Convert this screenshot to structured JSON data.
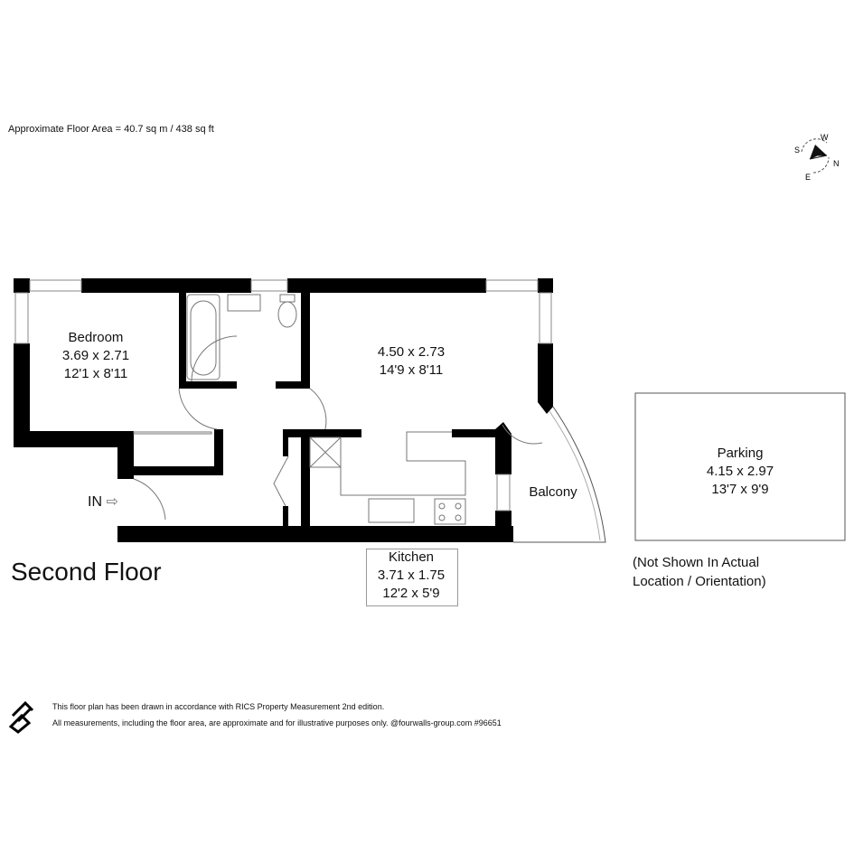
{
  "header": {
    "floor_area": "Approximate Floor Area = 40.7 sq m / 438 sq ft"
  },
  "compass": {
    "labels": [
      "W",
      "N",
      "E",
      "S"
    ]
  },
  "floor_title": "Second Floor",
  "rooms": {
    "bedroom": {
      "name": "Bedroom",
      "metric": "3.69 x 2.71",
      "imperial": "12'1 x 8'11"
    },
    "living": {
      "metric": "4.50 x 2.73",
      "imperial": "14'9 x 8'11"
    },
    "kitchen": {
      "name": "Kitchen",
      "metric": "3.71 x 1.75",
      "imperial": "12'2 x 5'9"
    },
    "balcony": {
      "name": "Balcony"
    },
    "parking": {
      "name": "Parking",
      "metric": "4.15 x 2.97",
      "imperial": "13'7 x 9'9"
    }
  },
  "entrance": {
    "label": "IN"
  },
  "parking_note": {
    "line1": "(Not Shown In Actual",
    "line2": "Location / Orientation)"
  },
  "footer": {
    "line1": "This floor plan has been drawn in accordance with RICS Property Measurement 2nd edition.",
    "line2": "All measurements, including the floor area, are approximate and for illustrative purposes only. @fourwalls-group.com #96651"
  }
}
